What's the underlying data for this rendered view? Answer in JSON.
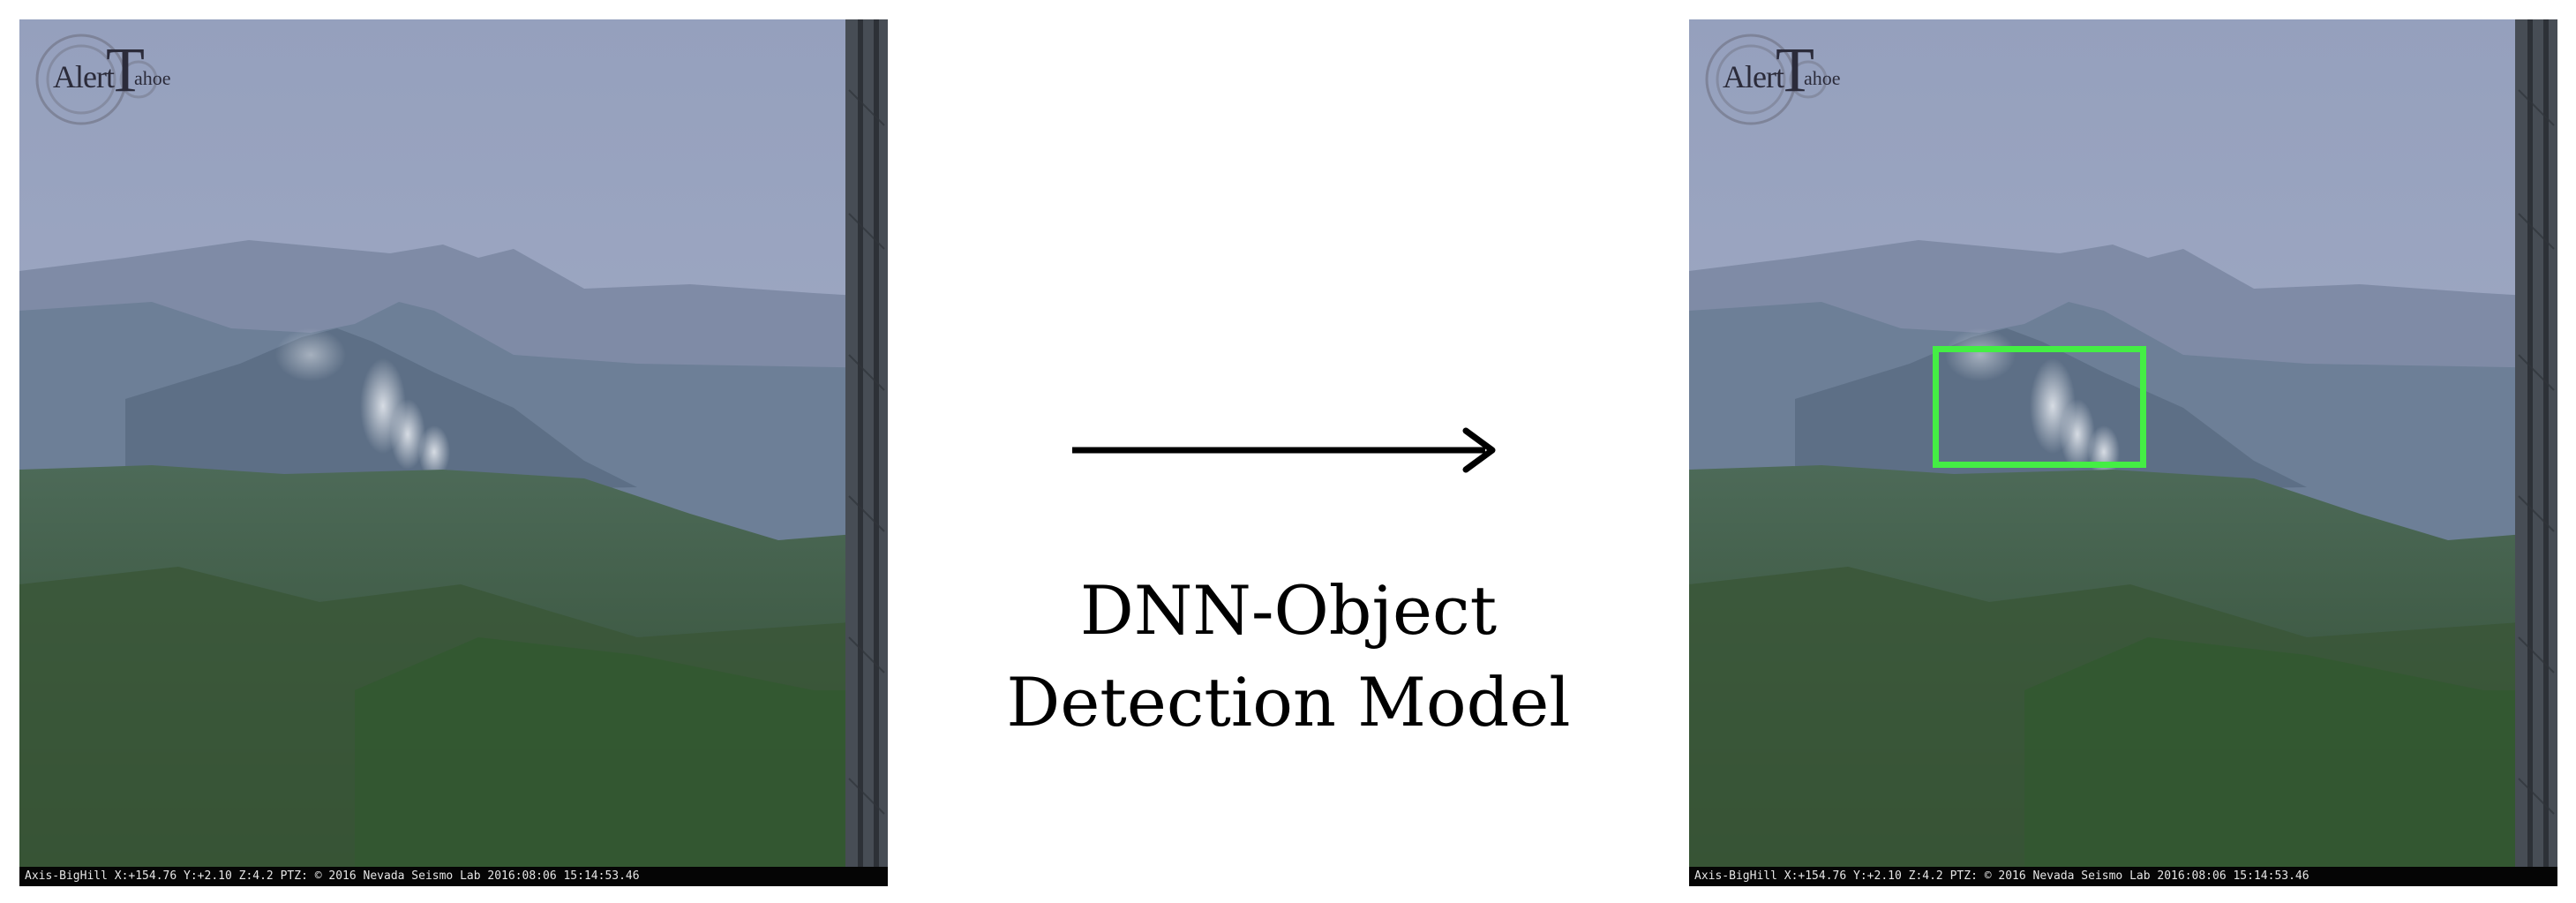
{
  "input_image": {
    "logo_text": {
      "alert": "Alert",
      "t": "T",
      "ahoe": "ahoe"
    },
    "caption": "Axis-BigHill X:+154.76 Y:+2.10 Z:4.2 PTZ: © 2016 Nevada Seismo Lab 2016:08:06 15:14:53.46"
  },
  "output_image": {
    "logo_text": {
      "alert": "Alert",
      "t": "T",
      "ahoe": "ahoe"
    },
    "caption": "Axis-BigHill X:+154.76 Y:+2.10 Z:4.2 PTZ: © 2016 Nevada Seismo Lab 2016:08:06 15:14:53.46",
    "detection_color": "#44ee44"
  },
  "model_label": {
    "line1": "DNN-Object",
    "line2": "Detection Model"
  },
  "colors": {
    "sky": "#9aa6c0",
    "forest": "#3f5a43",
    "arrow": "#000000"
  }
}
